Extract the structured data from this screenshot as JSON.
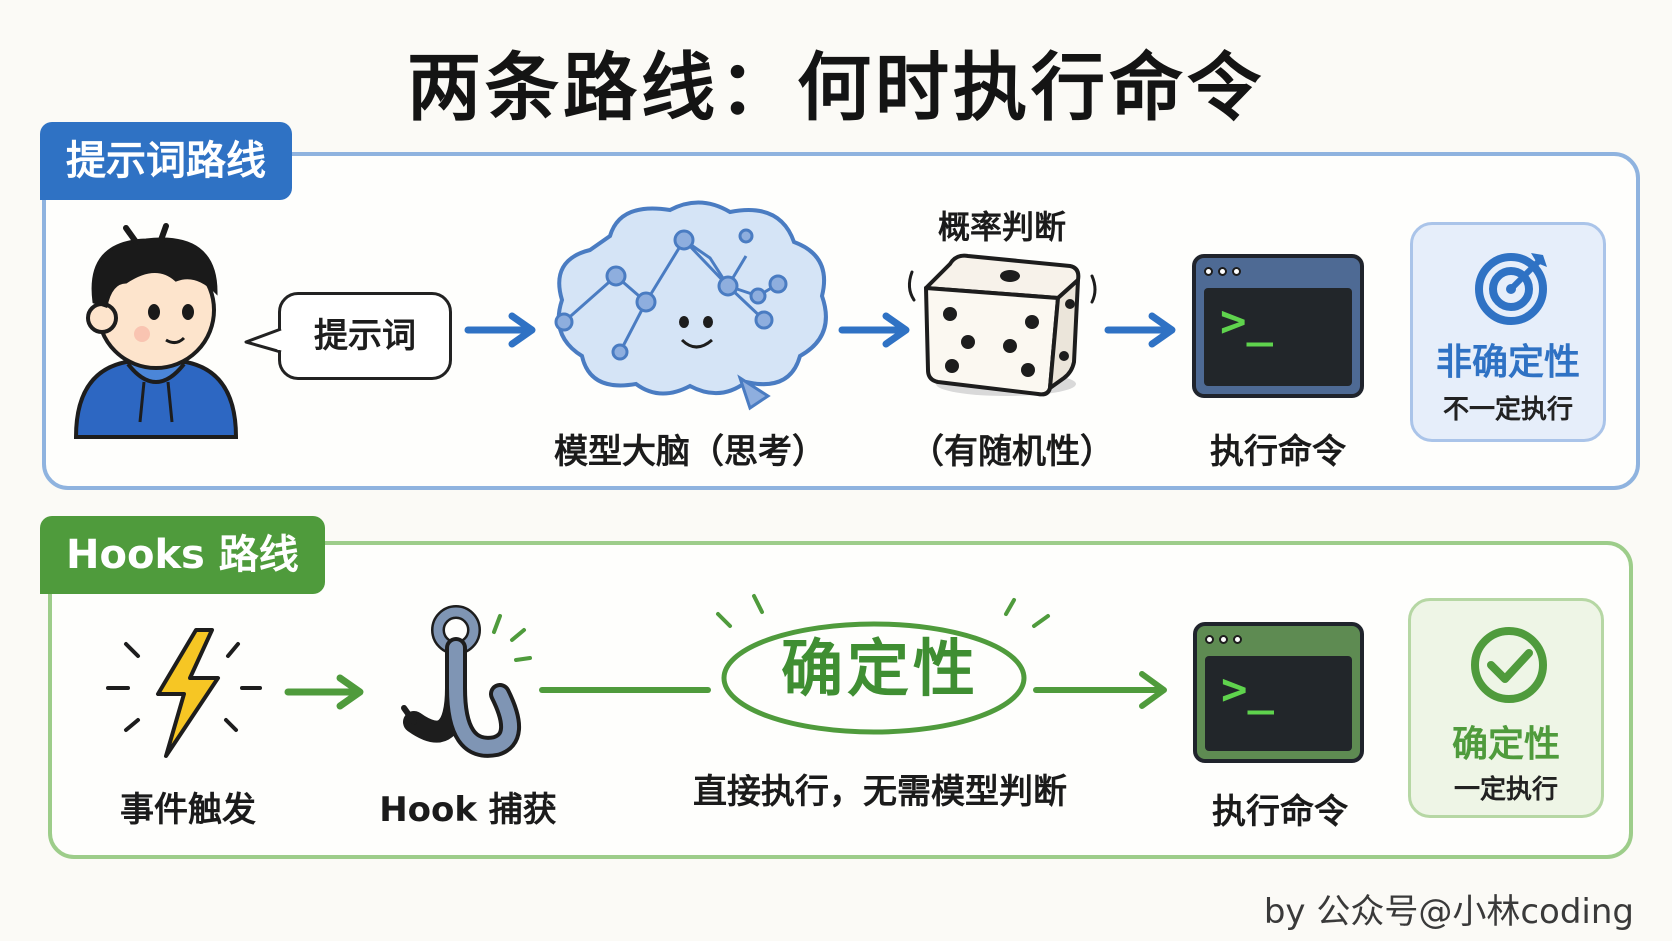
{
  "title": "两条路线：何时执行命令",
  "prompt_route": {
    "tag": "提示词路线",
    "bubble": "提示词",
    "brain_label": "模型大脑（思考）",
    "dice_top_label": "概率判断",
    "dice_bottom_label": "（有随机性）",
    "terminal_label": "执行命令",
    "terminal_prompt": ">_",
    "result_title": "非确定性",
    "result_sub": "不一定执行"
  },
  "hooks_route": {
    "tag": "Hooks 路线",
    "event_label": "事件触发",
    "hook_label": "Hook 捕获",
    "oval_text": "确定性",
    "direct_label": "直接执行，无需模型判断",
    "terminal_label": "执行命令",
    "terminal_prompt": ">_",
    "result_title": "确定性",
    "result_sub": "一定执行"
  },
  "credit": "by 公众号@小林coding",
  "colors": {
    "blue_accent": "#2f72c4",
    "blue_border": "#8fb3df",
    "green_accent": "#4f9b3c",
    "green_border": "#9dcd8a"
  }
}
